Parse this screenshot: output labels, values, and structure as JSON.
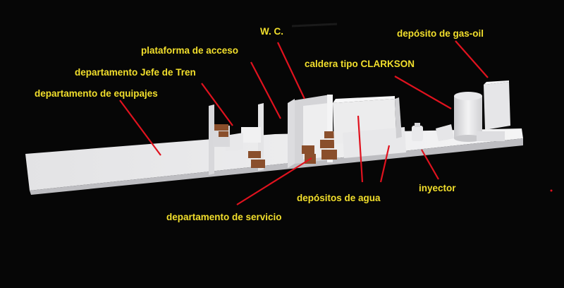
{
  "labels": {
    "wc": "W. C.",
    "plataforma_acceso": "plataforma de acceso",
    "jefe_tren": "departamento Jefe de Tren",
    "equipajes": "departamento de equipajes",
    "caldera": "caldera tipo CLARKSON",
    "gasoil": "depósito de gas-oil",
    "depositos_agua": "depósitos de agua",
    "inyector": "inyector",
    "servicio": "departamento de servicio"
  },
  "colors": {
    "background": "#060606",
    "label_text": "#f2df2c",
    "pointer_line": "#e0121e",
    "model_body": "#eeeeef",
    "seats": "#8a4f2c"
  }
}
